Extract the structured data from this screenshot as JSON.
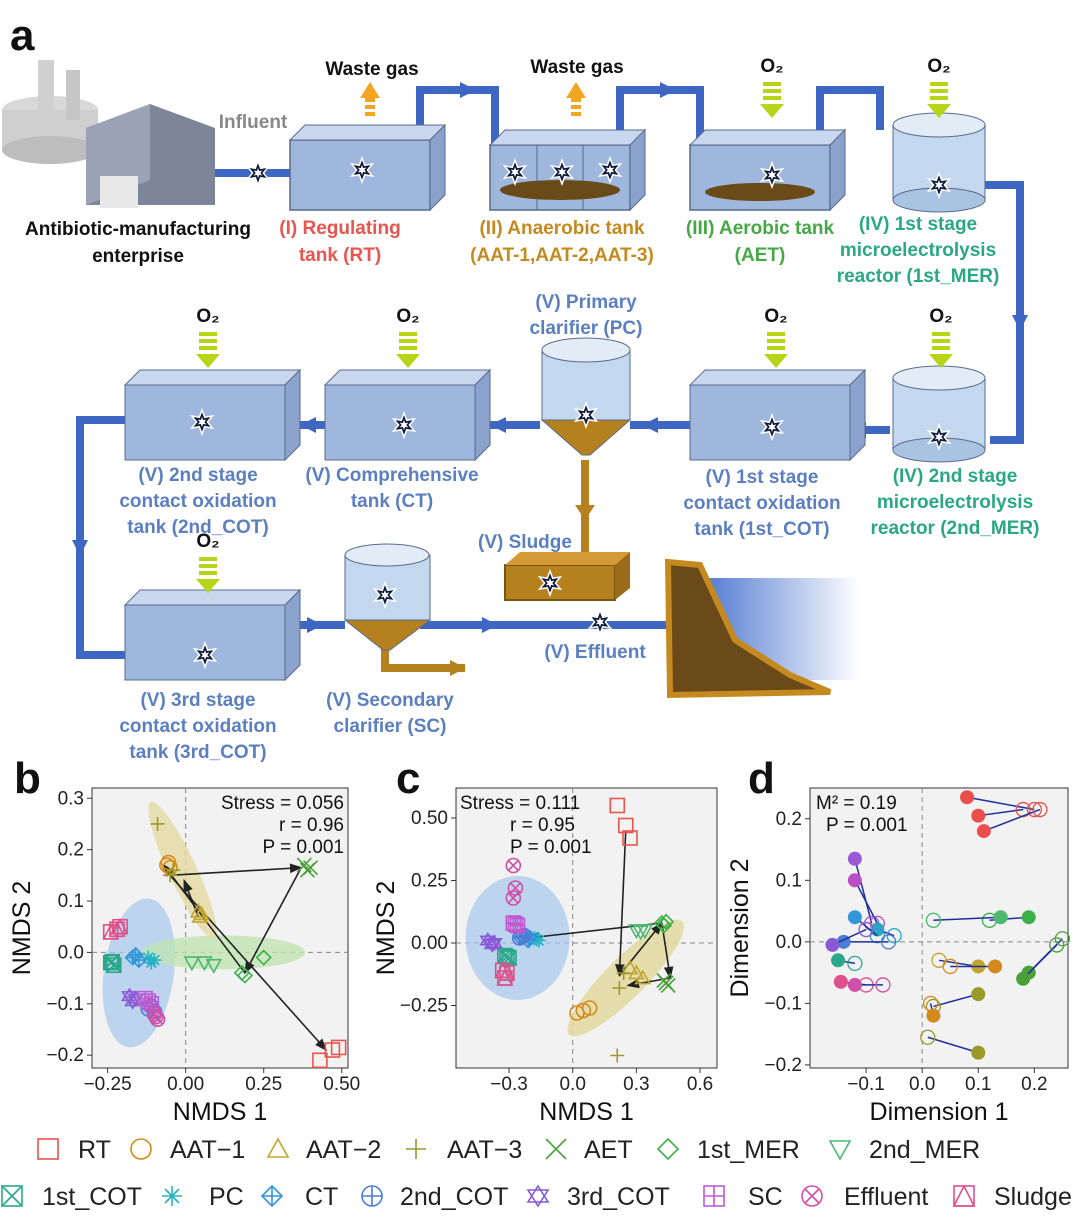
{
  "panels": {
    "a": "a",
    "b": "b",
    "c": "c",
    "d": "d"
  },
  "diagram": {
    "waste_gas_1": "Waste gas",
    "waste_gas_2": "Waste gas",
    "o2": "O₂",
    "influent": "Influent",
    "enterprise": [
      "Antibiotic-manufacturing",
      "enterprise"
    ],
    "rt": [
      "(I) Regulating",
      "tank (RT)"
    ],
    "aat": [
      "(II) Anaerobic tank",
      "(AAT-1,AAT-2,AAT-3)"
    ],
    "aet": [
      "(III) Aerobic tank",
      "(AET)"
    ],
    "mer1": [
      "(IV) 1st stage",
      "microelectrolysis",
      "reactor (1st_MER)"
    ],
    "pc": [
      "(V) Primary",
      "clarifier (PC)"
    ],
    "cot1": [
      "(V) 1st stage",
      "contact oxidation",
      "tank (1st_COT)"
    ],
    "mer2": [
      "(IV) 2nd stage",
      "microelectrolysis",
      "reactor (2nd_MER)"
    ],
    "cot2": [
      "(V) 2nd stage",
      "contact oxidation",
      "tank (2nd_COT)"
    ],
    "ct": [
      "(V) Comprehensive",
      "tank (CT)"
    ],
    "sludge": "(V) Sludge",
    "effluent": "(V) Effluent",
    "cot3": [
      "(V) 3rd stage",
      "contact oxidation",
      "tank (3rd_COT)"
    ],
    "sc": [
      "(V) Secondary",
      "clarifier (SC)"
    ]
  },
  "colors": {
    "red": "#e8554e",
    "orange": "#c58a1f",
    "green": "#45a845",
    "teal": "#2aa884",
    "blue_label": "#5b7fc0",
    "pipe": "#3d67c2",
    "sludge": "#b5801e"
  },
  "chart_data": [
    {
      "panel": "b",
      "type": "scatter",
      "xlabel": "NMDS 1",
      "ylabel": "NMDS 2",
      "xlim": [
        -0.3,
        0.52
      ],
      "ylim": [
        -0.225,
        0.32
      ],
      "xticks": [
        "−0.25",
        "0.00",
        "0.25",
        "0.50"
      ],
      "yticks": [
        "−0.2",
        "−0.1",
        "0.0",
        "0.1",
        "0.2",
        "0.3"
      ],
      "stress": "Stress = 0.056",
      "r": "r = 0.96",
      "p": "P = 0.001",
      "series": [
        {
          "name": "RT",
          "points": [
            [
              0.43,
              -0.21
            ],
            [
              0.47,
              -0.19
            ],
            [
              0.49,
              -0.185
            ]
          ]
        },
        {
          "name": "AAT-1",
          "points": [
            [
              -0.06,
              0.17
            ],
            [
              -0.055,
              0.175
            ],
            [
              -0.05,
              0.165
            ]
          ]
        },
        {
          "name": "AAT-2",
          "points": [
            [
              0.04,
              0.08
            ],
            [
              0.05,
              0.075
            ],
            [
              0.045,
              0.07
            ]
          ]
        },
        {
          "name": "AAT-3",
          "points": [
            [
              -0.09,
              0.25
            ],
            [
              -0.05,
              0.15
            ],
            [
              -0.04,
              0.16
            ]
          ]
        },
        {
          "name": "AET",
          "points": [
            [
              0.38,
              0.17
            ],
            [
              0.39,
              0.16
            ],
            [
              0.4,
              0.165
            ]
          ]
        },
        {
          "name": "1st_MER",
          "points": [
            [
              0.18,
              -0.04
            ],
            [
              0.25,
              -0.01
            ],
            [
              0.19,
              -0.045
            ]
          ]
        },
        {
          "name": "2nd_MER",
          "points": [
            [
              0.02,
              -0.02
            ],
            [
              0.06,
              -0.02
            ],
            [
              0.09,
              -0.025
            ]
          ]
        },
        {
          "name": "1st_COT",
          "points": [
            [
              -0.24,
              -0.02
            ],
            [
              -0.23,
              -0.025
            ],
            [
              -0.235,
              -0.018
            ]
          ]
        },
        {
          "name": "PC",
          "points": [
            [
              -0.12,
              -0.01
            ],
            [
              -0.1,
              -0.015
            ],
            [
              -0.11,
              -0.02
            ]
          ]
        },
        {
          "name": "CT",
          "points": [
            [
              -0.17,
              -0.01
            ],
            [
              -0.15,
              -0.015
            ],
            [
              -0.16,
              -0.005
            ]
          ]
        },
        {
          "name": "2nd_COT",
          "points": [
            [
              -0.12,
              -0.11
            ],
            [
              -0.11,
              -0.105
            ],
            [
              -0.1,
              -0.115
            ]
          ]
        },
        {
          "name": "3rd_COT",
          "points": [
            [
              -0.18,
              -0.085
            ],
            [
              -0.16,
              -0.09
            ],
            [
              -0.17,
              -0.095
            ]
          ]
        },
        {
          "name": "SC",
          "points": [
            [
              -0.13,
              -0.09
            ],
            [
              -0.11,
              -0.1
            ],
            [
              -0.12,
              -0.095
            ]
          ]
        },
        {
          "name": "Effluent",
          "points": [
            [
              -0.1,
              -0.12
            ],
            [
              -0.09,
              -0.13
            ],
            [
              -0.095,
              -0.125
            ]
          ]
        },
        {
          "name": "Sludge",
          "points": [
            [
              -0.24,
              0.04
            ],
            [
              -0.21,
              0.05
            ],
            [
              -0.22,
              0.045
            ]
          ]
        }
      ]
    },
    {
      "panel": "c",
      "type": "scatter",
      "xlabel": "NMDS 1",
      "ylabel": "NMDS 2",
      "xlim": [
        -0.55,
        0.68
      ],
      "ylim": [
        -0.5,
        0.62
      ],
      "xticks": [
        "−0.3",
        "0.0",
        "0.3",
        "0.6"
      ],
      "yticks": [
        "−0.25",
        "0.00",
        "0.25",
        "0.50"
      ],
      "stress": "Stress = 0.111",
      "r": "r = 0.95",
      "p": "P = 0.001",
      "series": [
        {
          "name": "RT",
          "points": [
            [
              0.21,
              0.55
            ],
            [
              0.25,
              0.47
            ],
            [
              0.27,
              0.42
            ]
          ]
        },
        {
          "name": "AAT-1",
          "points": [
            [
              0.02,
              -0.28
            ],
            [
              0.05,
              -0.27
            ],
            [
              0.08,
              -0.26
            ]
          ]
        },
        {
          "name": "AAT-2",
          "points": [
            [
              0.27,
              -0.1
            ],
            [
              0.3,
              -0.12
            ],
            [
              0.33,
              -0.14
            ]
          ]
        },
        {
          "name": "AAT-3",
          "points": [
            [
              0.21,
              -0.45
            ],
            [
              0.22,
              -0.18
            ],
            [
              0.24,
              -0.12
            ]
          ]
        },
        {
          "name": "AET",
          "points": [
            [
              0.43,
              -0.15
            ],
            [
              0.44,
              -0.16
            ],
            [
              0.45,
              -0.17
            ]
          ]
        },
        {
          "name": "1st_MER",
          "points": [
            [
              0.42,
              0.08
            ],
            [
              0.43,
              0.07
            ],
            [
              0.44,
              0.085
            ]
          ]
        },
        {
          "name": "2nd_MER",
          "points": [
            [
              0.3,
              0.05
            ],
            [
              0.32,
              0.045
            ],
            [
              0.34,
              0.05
            ]
          ]
        },
        {
          "name": "1st_COT",
          "points": [
            [
              -0.32,
              -0.05
            ],
            [
              -0.3,
              -0.06
            ],
            [
              -0.31,
              -0.055
            ]
          ]
        },
        {
          "name": "PC",
          "points": [
            [
              -0.18,
              0.02
            ],
            [
              -0.16,
              0.01
            ],
            [
              -0.17,
              0.015
            ]
          ]
        },
        {
          "name": "CT",
          "points": [
            [
              -0.22,
              0.03
            ],
            [
              -0.2,
              0.02
            ],
            [
              -0.21,
              0.01
            ]
          ]
        },
        {
          "name": "2nd_COT",
          "points": [
            [
              -0.23,
              0.03
            ],
            [
              -0.25,
              0.02
            ],
            [
              -0.24,
              0.025
            ]
          ]
        },
        {
          "name": "3rd_COT",
          "points": [
            [
              -0.4,
              0.01
            ],
            [
              -0.37,
              0.0
            ],
            [
              -0.38,
              -0.005
            ]
          ]
        },
        {
          "name": "SC",
          "points": [
            [
              -0.28,
              0.08
            ],
            [
              -0.26,
              0.07
            ],
            [
              -0.27,
              0.075
            ]
          ]
        },
        {
          "name": "Effluent",
          "points": [
            [
              -0.28,
              0.18
            ],
            [
              -0.27,
              0.22
            ],
            [
              -0.28,
              0.31
            ]
          ]
        },
        {
          "name": "Sludge",
          "points": [
            [
              -0.33,
              -0.11
            ],
            [
              -0.32,
              -0.14
            ],
            [
              -0.31,
              -0.12
            ]
          ]
        }
      ]
    },
    {
      "panel": "d",
      "type": "scatter",
      "xlabel": "Dimension 1",
      "ylabel": "Dimension 2",
      "xlim": [
        -0.2,
        0.26
      ],
      "ylim": [
        -0.205,
        0.25
      ],
      "xticks": [
        "−0.1",
        "0.0",
        "0.1",
        "0.2"
      ],
      "yticks": [
        "−0.2",
        "−0.1",
        "0.0",
        "0.1",
        "0.2"
      ],
      "stress": "M² = 0.19",
      "p": "P = 0.001"
    }
  ],
  "legend": [
    "RT",
    "AAT−1",
    "AAT−2",
    "AAT−3",
    "AET",
    "1st_MER",
    "2nd_MER",
    "1st_COT",
    "PC",
    "CT",
    "2nd_COT",
    "3rd_COT",
    "SC",
    "Effluent",
    "Sludge"
  ]
}
